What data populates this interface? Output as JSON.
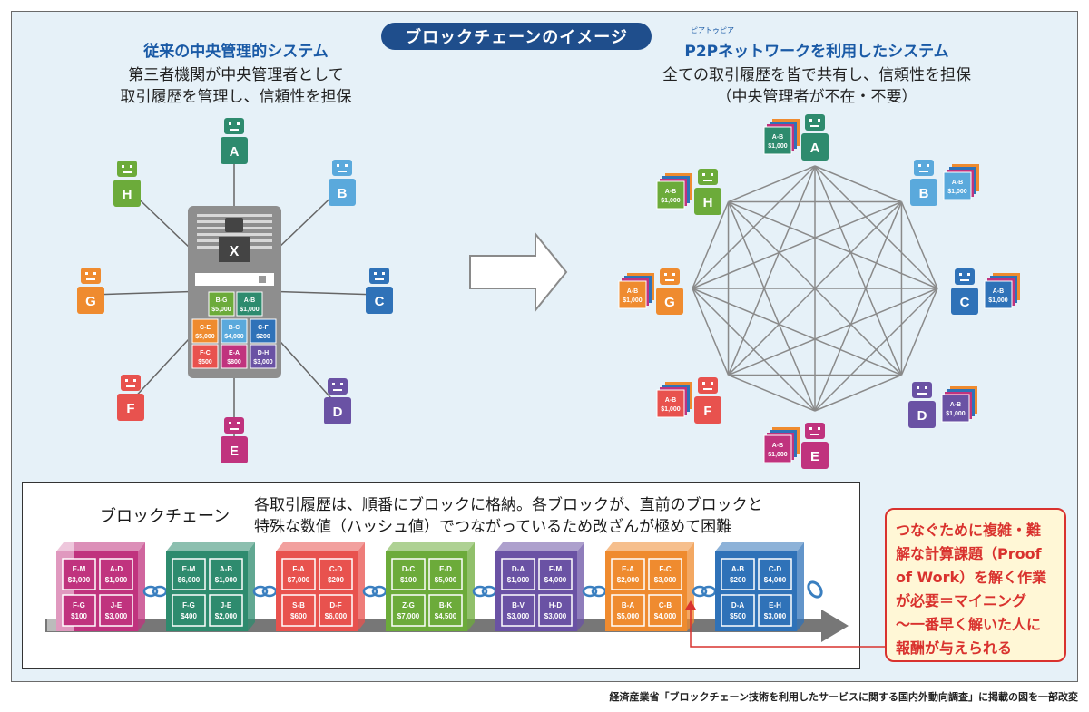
{
  "title": "ブロックチェーンのイメージ",
  "left": {
    "title": "従来の中央管理的システム",
    "line1": "第三者機関が中央管理者として",
    "line2": "取引履歴を管理し、信頼性を担保",
    "server_label": "X",
    "server_ledger": [
      {
        "pair": "B-G",
        "amt": "$5,000"
      },
      {
        "pair": "A-B",
        "amt": "$1,000"
      },
      {
        "pair": "C-E",
        "amt": "$5,000"
      },
      {
        "pair": "B-C",
        "amt": "$4,000"
      },
      {
        "pair": "C-F",
        "amt": "$200"
      },
      {
        "pair": "F-C",
        "amt": "$500"
      },
      {
        "pair": "E-A",
        "amt": "$800"
      },
      {
        "pair": "D-H",
        "amt": "$3,000"
      }
    ]
  },
  "right": {
    "ruby": "ピアトゥピア",
    "title": "P2Pネットワークを利用したシステム",
    "line1": "全ての取引履歴を皆で共有し、信頼性を担保",
    "line2": "（中央管理者が不在・不要）",
    "block_text": [
      "A-B",
      "$1,000"
    ]
  },
  "nodes": [
    "A",
    "B",
    "C",
    "D",
    "E",
    "F",
    "G",
    "H"
  ],
  "colors": {
    "A": "#2e8b6e",
    "B": "#5aa9dc",
    "C": "#2f72b8",
    "D": "#6a52a4",
    "E": "#c0337e",
    "F": "#e8524e",
    "G": "#ef8b2f",
    "H": "#6cab3a"
  },
  "chain": {
    "label": "ブロックチェーン",
    "desc1": "各取引履歴は、順番にブロックに格納。各ブロックが、直前のブロックと",
    "desc2": "特殊な数値（ハッシュ値）でつながっているため改ざんが極めて困難",
    "blocks": [
      {
        "color": "#c0337e",
        "cells": [
          [
            "E-M",
            "$3,000"
          ],
          [
            "A-D",
            "$1,000"
          ],
          [
            "F-G",
            "$100"
          ],
          [
            "J-E",
            "$3,000"
          ]
        ]
      },
      {
        "color": "#2e8b6e",
        "cells": [
          [
            "E-M",
            "$6,000"
          ],
          [
            "A-B",
            "$1,000"
          ],
          [
            "F-G",
            "$400"
          ],
          [
            "J-E",
            "$2,000"
          ]
        ]
      },
      {
        "color": "#e8524e",
        "cells": [
          [
            "F-A",
            "$7,000"
          ],
          [
            "C-D",
            "$200"
          ],
          [
            "S-B",
            "$600"
          ],
          [
            "D-F",
            "$6,000"
          ]
        ]
      },
      {
        "color": "#6cab3a",
        "cells": [
          [
            "D-C",
            "$100"
          ],
          [
            "E-D",
            "$5,000"
          ],
          [
            "Z-G",
            "$7,000"
          ],
          [
            "B-K",
            "$4,500"
          ]
        ]
      },
      {
        "color": "#6a52a4",
        "cells": [
          [
            "D-A",
            "$1,000"
          ],
          [
            "F-M",
            "$4,000"
          ],
          [
            "B-V",
            "$3,000"
          ],
          [
            "H-D",
            "$3,000"
          ]
        ]
      },
      {
        "color": "#ef8b2f",
        "cells": [
          [
            "E-A",
            "$2,000"
          ],
          [
            "F-C",
            "$3,000"
          ],
          [
            "B-A",
            "$5,000"
          ],
          [
            "C-B",
            "$4,000"
          ]
        ]
      },
      {
        "color": "#2f72b8",
        "cells": [
          [
            "A-B",
            "$200"
          ],
          [
            "C-D",
            "$4,000"
          ],
          [
            "D-A",
            "$500"
          ],
          [
            "E-H",
            "$3,000"
          ]
        ]
      }
    ]
  },
  "pow": [
    "つなぐために複雑・難",
    "解な計算課題（Proof",
    "of Work）を解く作業",
    "が必要＝マイニング",
    "〜一番早く解いた人に",
    "報酬が与えられる"
  ],
  "source": "経済産業省「ブロックチェーン技術を利用したサービスに関する国内外動向調査」に掲載の図を一部改変"
}
